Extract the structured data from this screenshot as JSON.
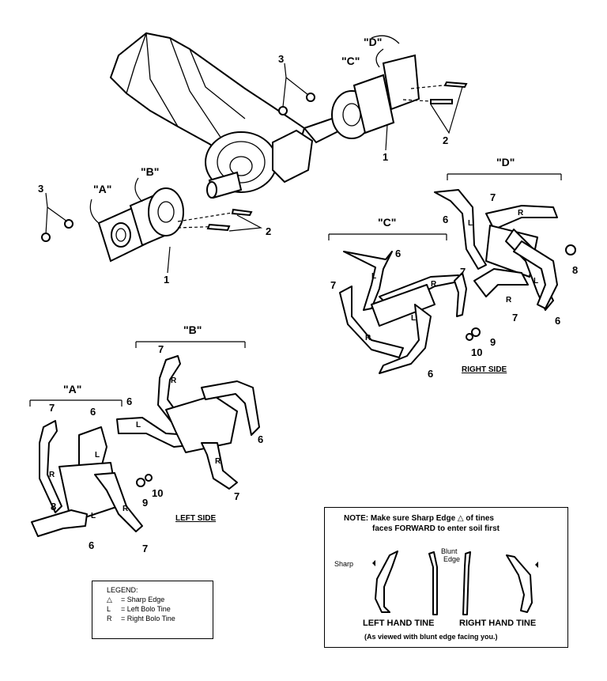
{
  "diagram": {
    "group_labels": {
      "a": "\"A\"",
      "b": "\"B\"",
      "c": "\"C\"",
      "d": "\"D\""
    },
    "side_labels": {
      "left": "LEFT SIDE",
      "right": "RIGHT SIDE"
    },
    "tine_marks": {
      "left": "L",
      "right": "R"
    },
    "part_numbers": {
      "p1": "1",
      "p2": "2",
      "p3": "3",
      "p6": "6",
      "p7": "7",
      "p8": "8",
      "p9": "9",
      "p10": "10"
    }
  },
  "legend": {
    "title": "LEGEND:",
    "items": [
      {
        "key": "△",
        "text": "= Sharp Edge"
      },
      {
        "key": "L",
        "text": "= Left Bolo Tine"
      },
      {
        "key": "R",
        "text": "= Right Bolo Tine"
      }
    ]
  },
  "note": {
    "line1": "NOTE:  Make sure Sharp Edge △ of tines",
    "line2": "faces FORWARD to enter soil first",
    "sharp_label": "Sharp",
    "blunt_label": "Blunt",
    "edge_label": "Edge",
    "left_label": "LEFT HAND TINE",
    "right_label": "RIGHT HAND TINE",
    "viewed_label": "(As viewed with blunt edge facing you.)"
  }
}
